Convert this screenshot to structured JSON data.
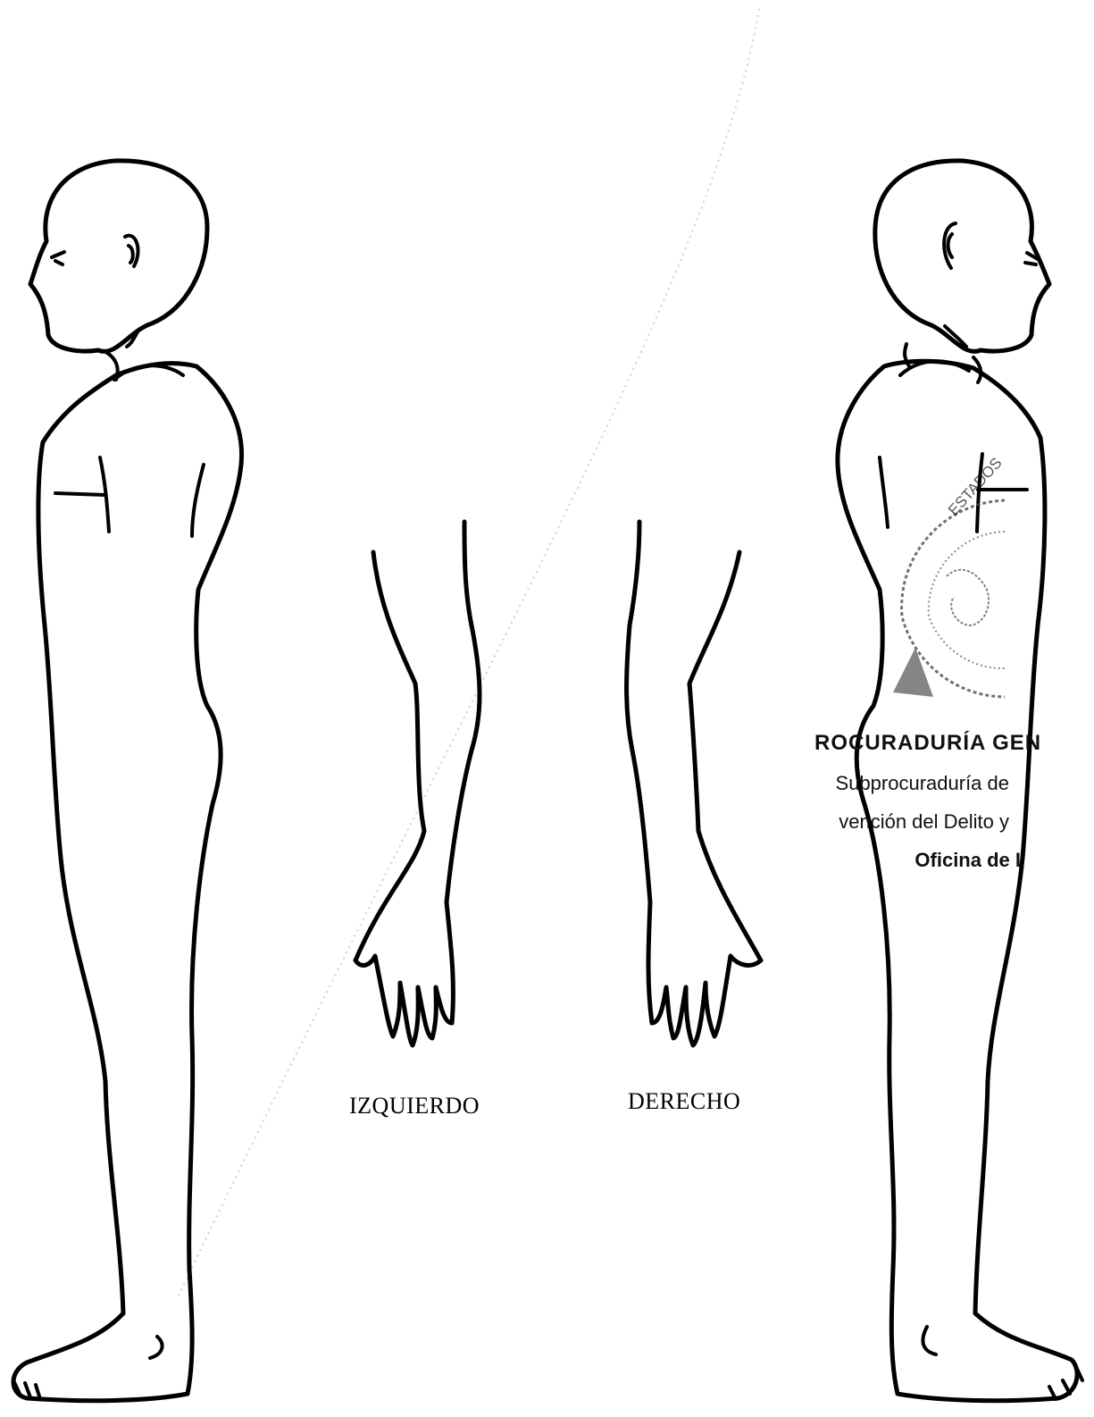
{
  "labels": {
    "left_arm": "IZQUIERDO",
    "right_arm": "DERECHO"
  },
  "stamp": {
    "seal_text": "ESTADOS",
    "line1": "ROCURADURÍA GEN",
    "line2": "Subprocuraduría de",
    "line3": "vención del Delito y",
    "line4": "Oficina de I"
  },
  "colors": {
    "ink": "#000000",
    "paper": "#ffffff",
    "stamp": "#333333"
  }
}
